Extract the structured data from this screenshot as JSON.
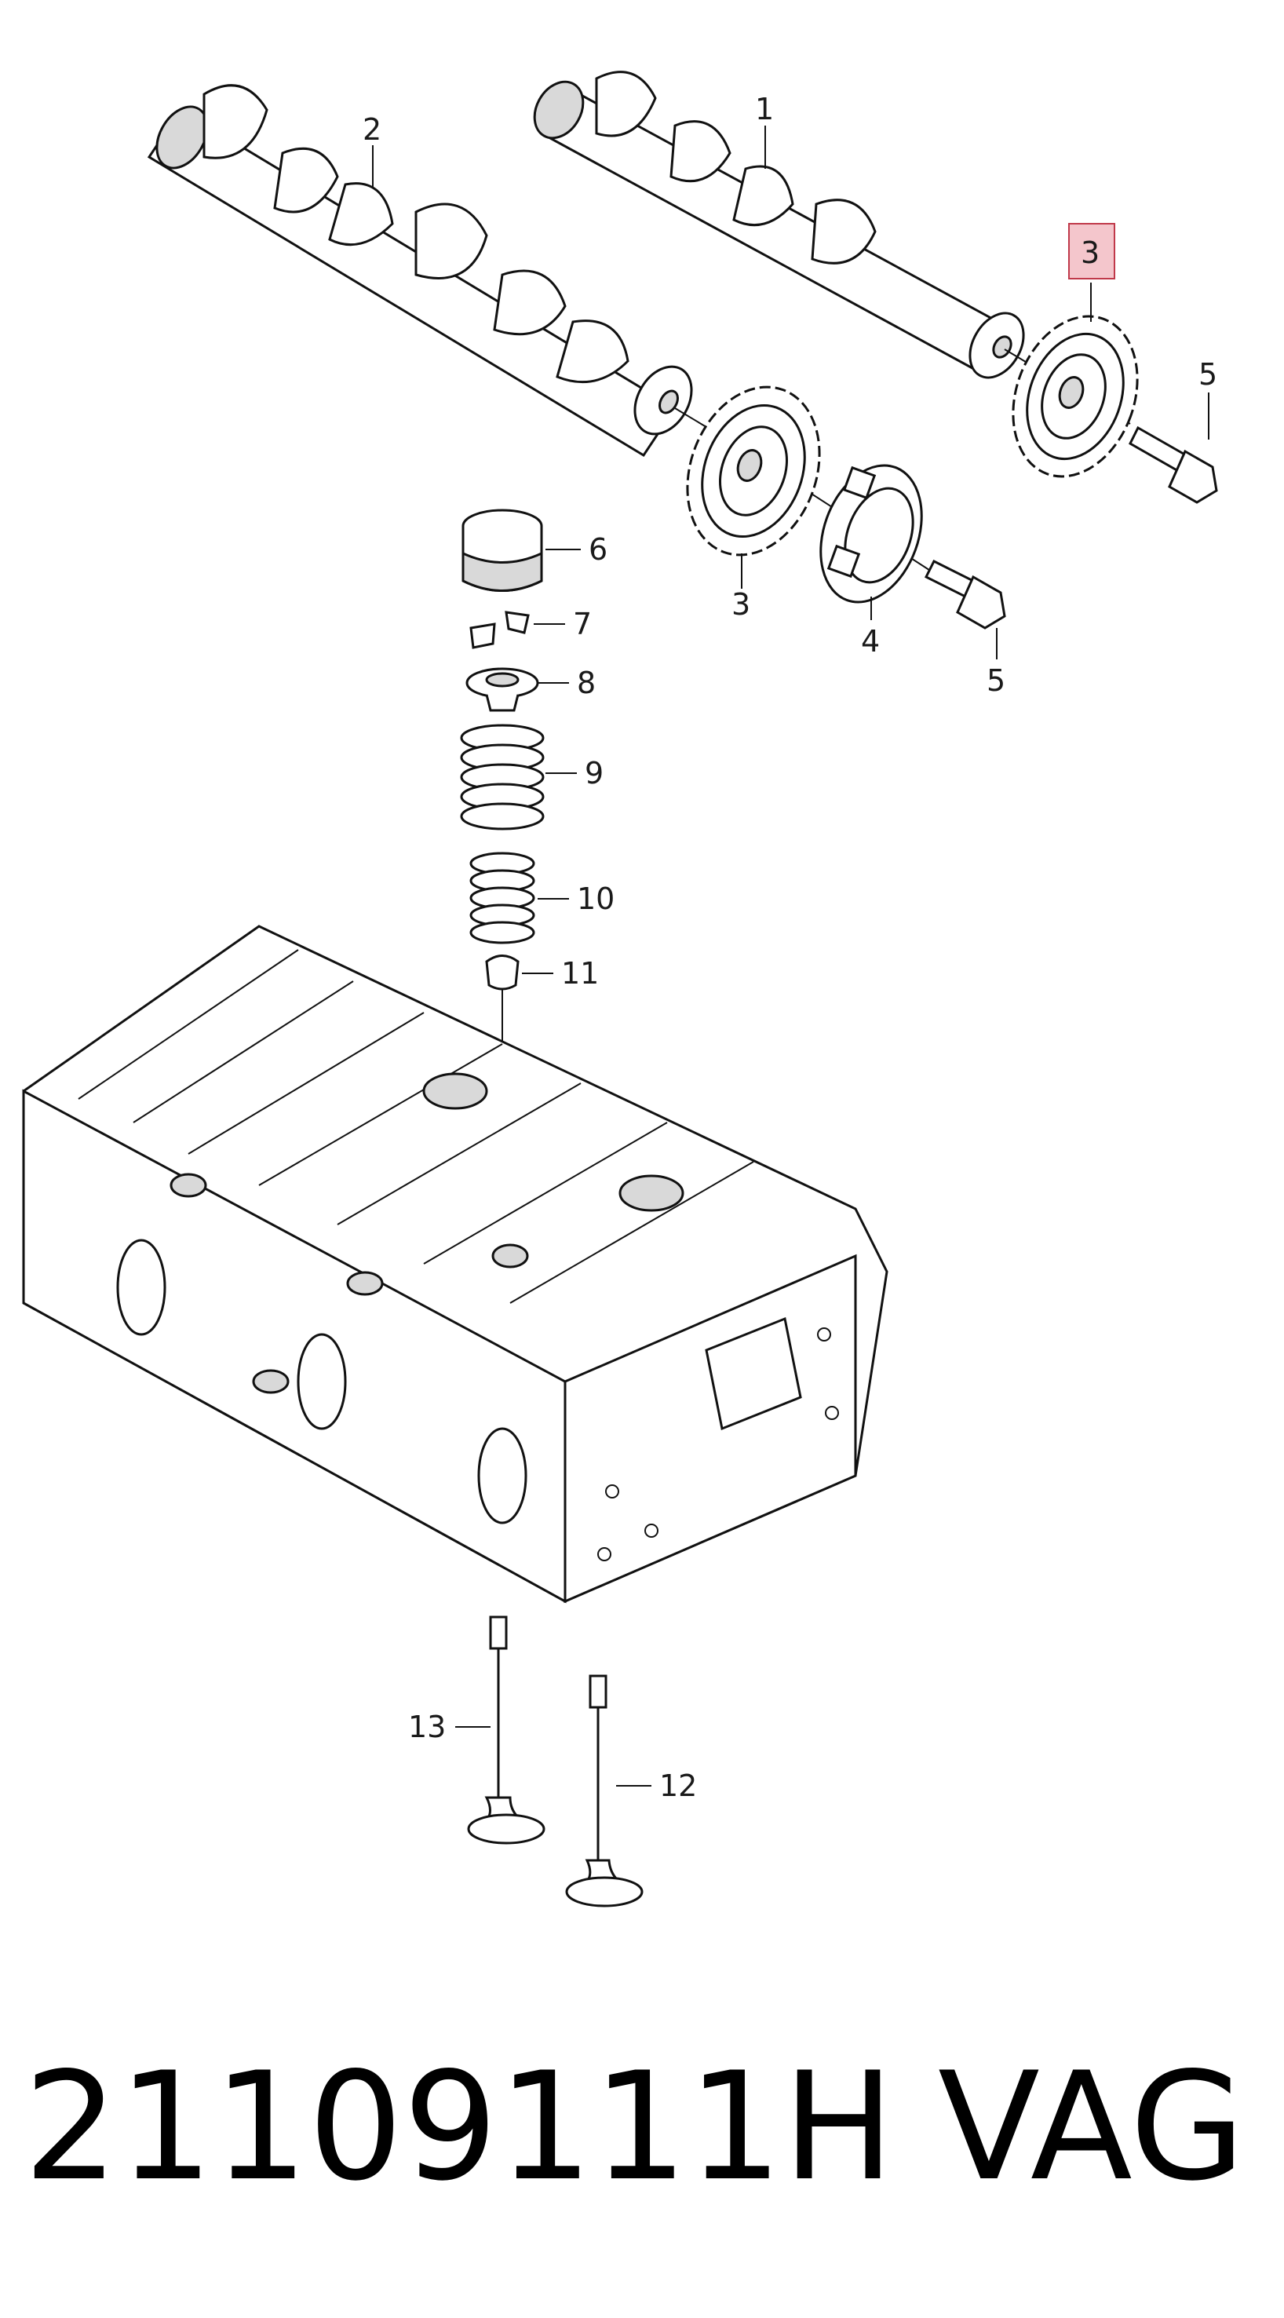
{
  "callouts": {
    "c1": "1",
    "c2": "2",
    "c3a": "3",
    "c3b": "3",
    "c4": "4",
    "c5a": "5",
    "c5b": "5",
    "c6": "6",
    "c7": "7",
    "c8": "8",
    "c9": "9",
    "c10": "10",
    "c11": "11",
    "c12": "12",
    "c13": "13"
  },
  "highlight": {
    "label": "3",
    "color": "#f4c6cc",
    "border": "#c0394a"
  },
  "footer": {
    "part_number": "21109111H",
    "brand": "VAG"
  }
}
